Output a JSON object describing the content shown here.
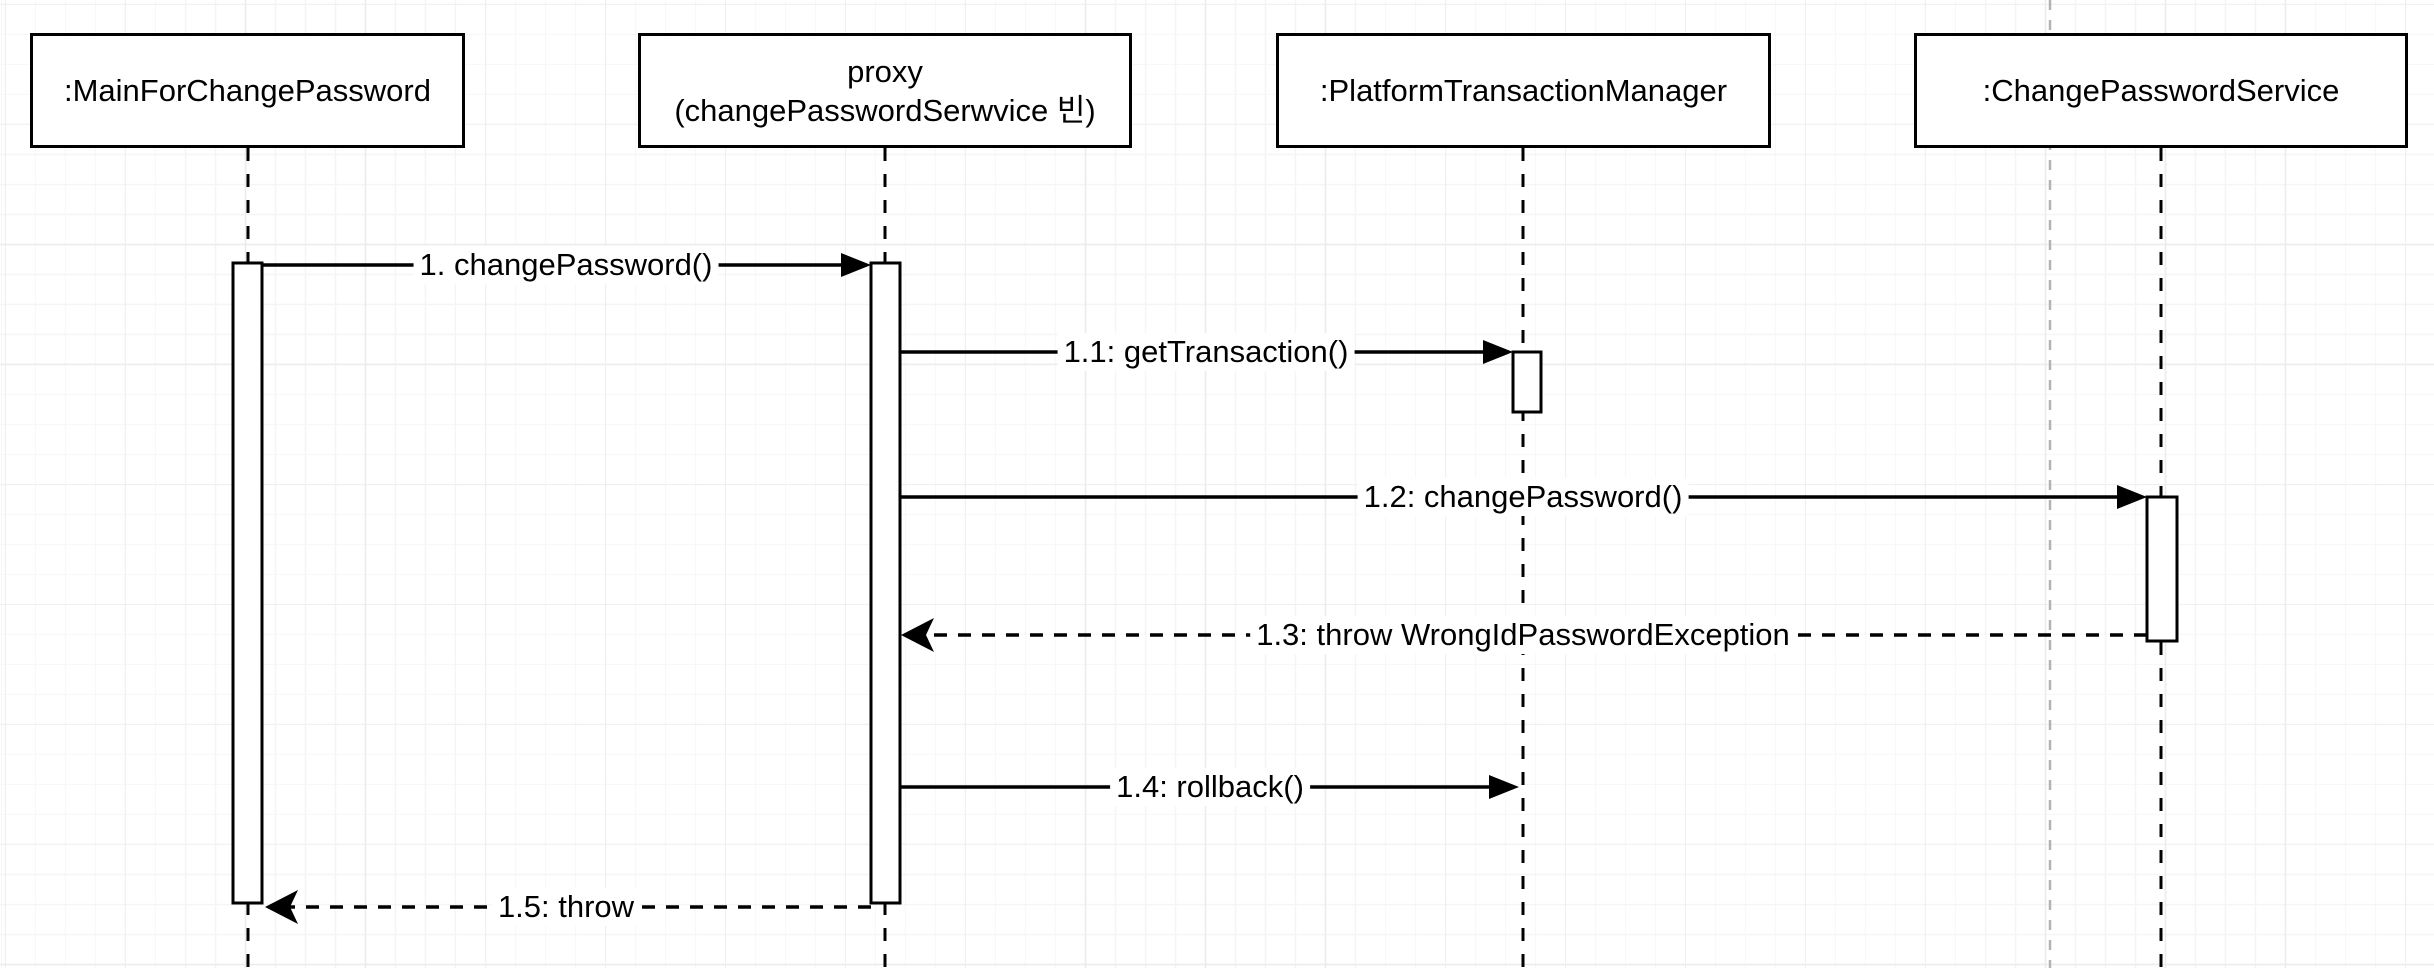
{
  "diagram": {
    "kind": "uml-sequence-diagram",
    "colors": {
      "stroke": "#000000",
      "shape_fill": "#ffffff",
      "page_guide": "#b3b3b3",
      "grid_minor": "#f5f5f5",
      "grid_major": "#ececec",
      "background": "#ffffff"
    },
    "lifelines": [
      {
        "id": "main",
        "label": ":MainForChangePassword"
      },
      {
        "id": "proxy",
        "label": "proxy\n(changePasswordSerwvice 빈)"
      },
      {
        "id": "ptm",
        "label": ":PlatformTransactionManager"
      },
      {
        "id": "cps",
        "label": ":ChangePasswordService"
      }
    ],
    "activations": [
      {
        "lifeline": "main",
        "from_message": "1",
        "to_message": "1.5"
      },
      {
        "lifeline": "proxy",
        "from_message": "1",
        "to_message": "1.5"
      },
      {
        "lifeline": "ptm",
        "from_message": "1.1",
        "to_message": "1.1"
      },
      {
        "lifeline": "cps",
        "from_message": "1.2",
        "to_message": "1.3"
      }
    ],
    "messages": [
      {
        "seq": "1",
        "label": "1. changePassword()",
        "from": "main",
        "to": "proxy",
        "style": "solid",
        "direction": "right"
      },
      {
        "seq": "1.1",
        "label": "1.1: getTransaction()",
        "from": "proxy",
        "to": "ptm",
        "style": "solid",
        "direction": "right"
      },
      {
        "seq": "1.2",
        "label": "1.2: changePassword()",
        "from": "proxy",
        "to": "cps",
        "style": "solid",
        "direction": "right"
      },
      {
        "seq": "1.3",
        "label": "1.3: throw WrongIdPasswordException",
        "from": "cps",
        "to": "proxy",
        "style": "dashed",
        "direction": "left"
      },
      {
        "seq": "1.4",
        "label": "1.4: rollback()",
        "from": "proxy",
        "to": "ptm",
        "style": "solid",
        "direction": "right"
      },
      {
        "seq": "1.5",
        "label": "1.5: throw",
        "from": "proxy",
        "to": "main",
        "style": "dashed",
        "direction": "left"
      }
    ]
  }
}
